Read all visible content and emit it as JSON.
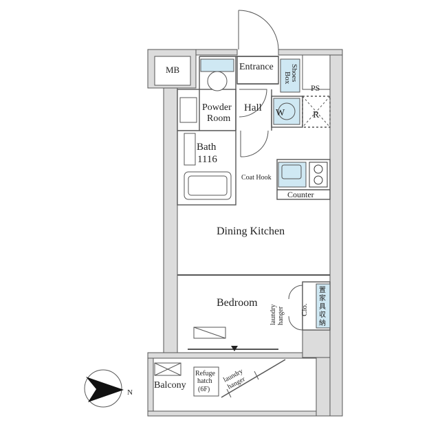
{
  "colors": {
    "wall": "#dcdcdc",
    "line": "#555555",
    "fixture": "#cfe8f3",
    "text": "#222222"
  },
  "rooms": {
    "mb": "MB",
    "entrance": "Entrance",
    "shoes_box_1": "Shoes",
    "shoes_box_2": "Box",
    "ps": "PS",
    "powder_room_1": "Powder",
    "powder_room_2": "Room",
    "hall": "Hall",
    "washer": "W",
    "refrigerator": "R",
    "bath_1": "Bath",
    "bath_2": "1116",
    "coat_hook": "Coat Hook",
    "counter": "Counter",
    "dining_kitchen": "Dining Kitchen",
    "bedroom": "Bedroom",
    "laundry_hanger_1": "laundry",
    "laundry_hanger_2": "hanger",
    "closet": "Clo.",
    "storage_1": "置",
    "storage_2": "家",
    "storage_3": "具",
    "storage_4": "収",
    "storage_5": "納",
    "balcony": "Balcony",
    "refuge_hatch_1": "Refuge",
    "refuge_hatch_2": "hatch",
    "refuge_hatch_3": "(6F)",
    "balcony_laundry_1": "laundry",
    "balcony_laundry_2": "hanger",
    "north": "N"
  },
  "icons": {
    "compass": "north-compass-icon",
    "stove": "gas-stove-icon",
    "sink": "sink-icon",
    "toilet": "toilet-icon",
    "bathtub": "bathtub-icon",
    "washer": "washing-machine-icon"
  }
}
